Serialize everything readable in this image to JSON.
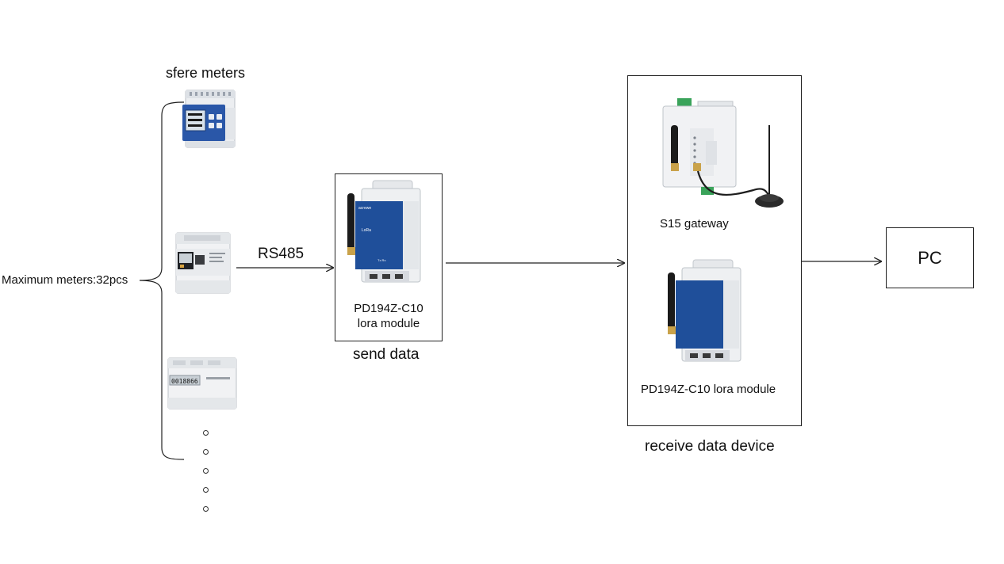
{
  "labels": {
    "meters_title": "sfere meters",
    "max_meters": "Maximum meters:32pcs",
    "rs485": "RS485",
    "send_module_line1": "PD194Z-C10",
    "send_module_line2": "lora module",
    "send_data": "send data",
    "gateway": "S15 gateway",
    "receive_module": "PD194Z-C10 lora module",
    "receive_device": "receive data device",
    "pc": "PC"
  },
  "device_text": {
    "brand": "acrewe",
    "lcd_meter_reading": "0018866",
    "module_port": "LoRa",
    "module_status": "Tx  Rx"
  },
  "colors": {
    "module_blue": "#1f4f9a",
    "terminal_green": "#3aa35a",
    "line": "#222222"
  }
}
